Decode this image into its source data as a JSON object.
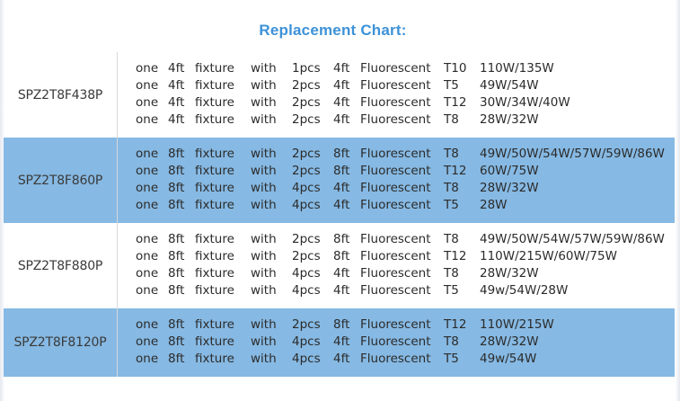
{
  "title": "Replacement Chart:",
  "colors": {
    "title": "#3d92d8",
    "row_highlight": "#86b9e3",
    "row_default": "#ffffff",
    "text": "#2b2b2b",
    "divider": "#d8d8d8"
  },
  "rows": [
    {
      "model": "SPZ2T8F438P",
      "highlight": false,
      "specs": [
        {
          "one": "one",
          "length1": "4ft",
          "fixture": "fixture",
          "with": "with",
          "pcs": "1pcs",
          "length2": "4ft",
          "lamp": "Fluorescent",
          "type": "T10",
          "watts": "110W/135W"
        },
        {
          "one": "one",
          "length1": "4ft",
          "fixture": "fixture",
          "with": "with",
          "pcs": "2pcs",
          "length2": "4ft",
          "lamp": "Fluorescent",
          "type": "T5",
          "watts": "49W/54W"
        },
        {
          "one": "one",
          "length1": "4ft",
          "fixture": "fixture",
          "with": "with",
          "pcs": "2pcs",
          "length2": "4ft",
          "lamp": "Fluorescent",
          "type": "T12",
          "watts": "30W/34W/40W"
        },
        {
          "one": "one",
          "length1": "4ft",
          "fixture": "fixture",
          "with": "with",
          "pcs": "2pcs",
          "length2": "4ft",
          "lamp": "Fluorescent",
          "type": "T8",
          "watts": "28W/32W"
        }
      ]
    },
    {
      "model": "SPZ2T8F860P",
      "highlight": true,
      "specs": [
        {
          "one": "one",
          "length1": "8ft",
          "fixture": "fixture",
          "with": "with",
          "pcs": "2pcs",
          "length2": "8ft",
          "lamp": "Fluorescent",
          "type": "T8",
          "watts": "49W/50W/54W/57W/59W/86W"
        },
        {
          "one": "one",
          "length1": "8ft",
          "fixture": "fixture",
          "with": "with",
          "pcs": "2pcs",
          "length2": "8ft",
          "lamp": "Fluorescent",
          "type": "T12",
          "watts": "60W/75W"
        },
        {
          "one": "one",
          "length1": "8ft",
          "fixture": "fixture",
          "with": "with",
          "pcs": "4pcs",
          "length2": "4ft",
          "lamp": "Fluorescent",
          "type": "T8",
          "watts": "28W/32W"
        },
        {
          "one": "one",
          "length1": "8ft",
          "fixture": "fixture",
          "with": "with",
          "pcs": "4pcs",
          "length2": "4ft",
          "lamp": "Fluorescent",
          "type": "T5",
          "watts": "28W"
        }
      ]
    },
    {
      "model": "SPZ2T8F880P",
      "highlight": false,
      "specs": [
        {
          "one": "one",
          "length1": "8ft",
          "fixture": "fixture",
          "with": "with",
          "pcs": "2pcs",
          "length2": "8ft",
          "lamp": "Fluorescent",
          "type": "T8",
          "watts": "49W/50W/54W/57W/59W/86W"
        },
        {
          "one": "one",
          "length1": "8ft",
          "fixture": "fixture",
          "with": "with",
          "pcs": "2pcs",
          "length2": "8ft",
          "lamp": "Fluorescent",
          "type": "T12",
          "watts": "110W/215W/60W/75W"
        },
        {
          "one": "one",
          "length1": "8ft",
          "fixture": "fixture",
          "with": "with",
          "pcs": "4pcs",
          "length2": "4ft",
          "lamp": "Fluorescent",
          "type": "T8",
          "watts": "28W/32W"
        },
        {
          "one": "one",
          "length1": "8ft",
          "fixture": "fixture",
          "with": "with",
          "pcs": "4pcs",
          "length2": "4ft",
          "lamp": "Fluorescent",
          "type": "T5",
          "watts": "49w/54W/28W"
        }
      ]
    },
    {
      "model": "SPZ2T8F8120P",
      "highlight": true,
      "specs": [
        {
          "one": "one",
          "length1": "8ft",
          "fixture": "fixture",
          "with": "with",
          "pcs": "2pcs",
          "length2": "8ft",
          "lamp": "Fluorescent",
          "type": "T12",
          "watts": "110W/215W"
        },
        {
          "one": "one",
          "length1": "8ft",
          "fixture": "fixture",
          "with": "with",
          "pcs": "4pcs",
          "length2": "4ft",
          "lamp": "Fluorescent",
          "type": "T8",
          "watts": "28W/32W"
        },
        {
          "one": "one",
          "length1": "8ft",
          "fixture": "fixture",
          "with": "with",
          "pcs": "4pcs",
          "length2": "4ft",
          "lamp": "Fluorescent",
          "type": "T5",
          "watts": "49w/54W"
        }
      ]
    }
  ]
}
